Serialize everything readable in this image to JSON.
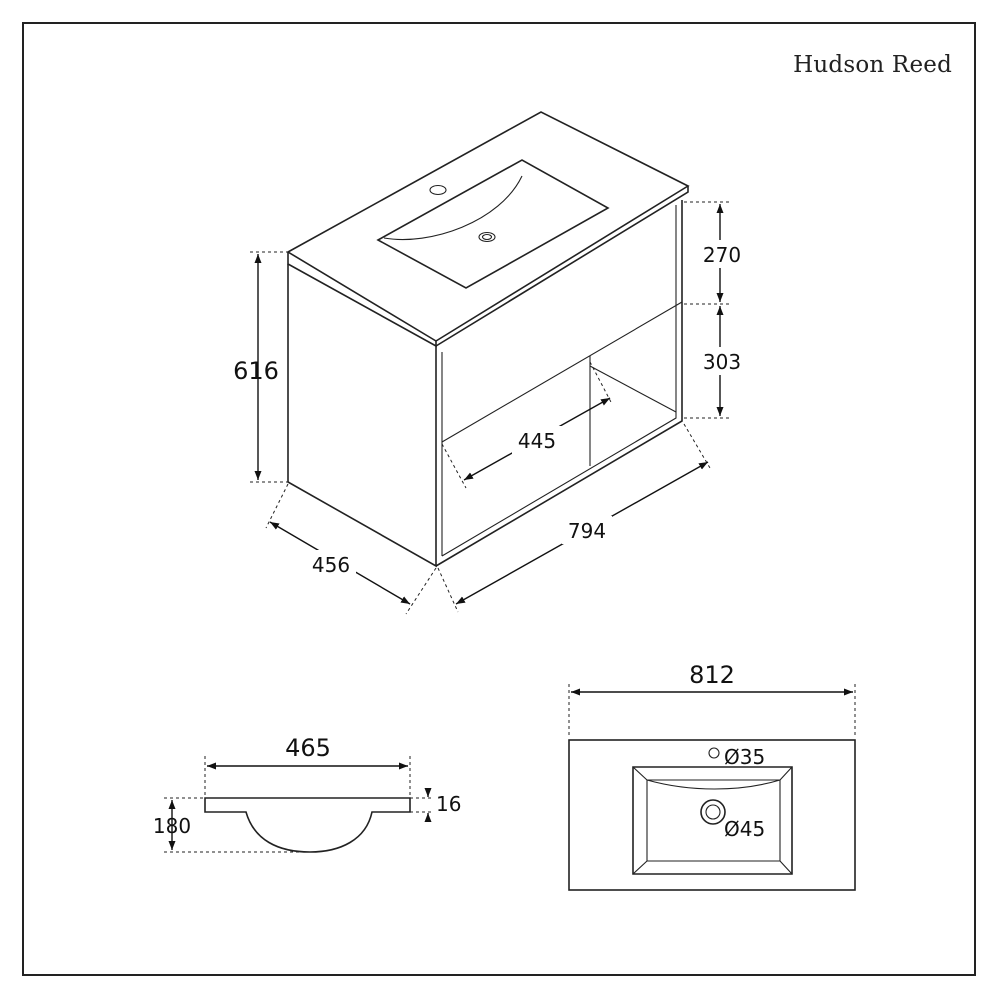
{
  "brand": {
    "logo_text": "Hudson Reed"
  },
  "isometric_view": {
    "height_total": "616",
    "depth": "456",
    "width": "794",
    "drawer_height": "270",
    "open_shelf_height": "303",
    "inner_depth": "445"
  },
  "basin_side_view": {
    "width": "465",
    "height": "180",
    "rim_thickness": "16"
  },
  "basin_top_view": {
    "width": "812",
    "tap_hole": "Ø35",
    "waste_hole": "Ø45"
  }
}
